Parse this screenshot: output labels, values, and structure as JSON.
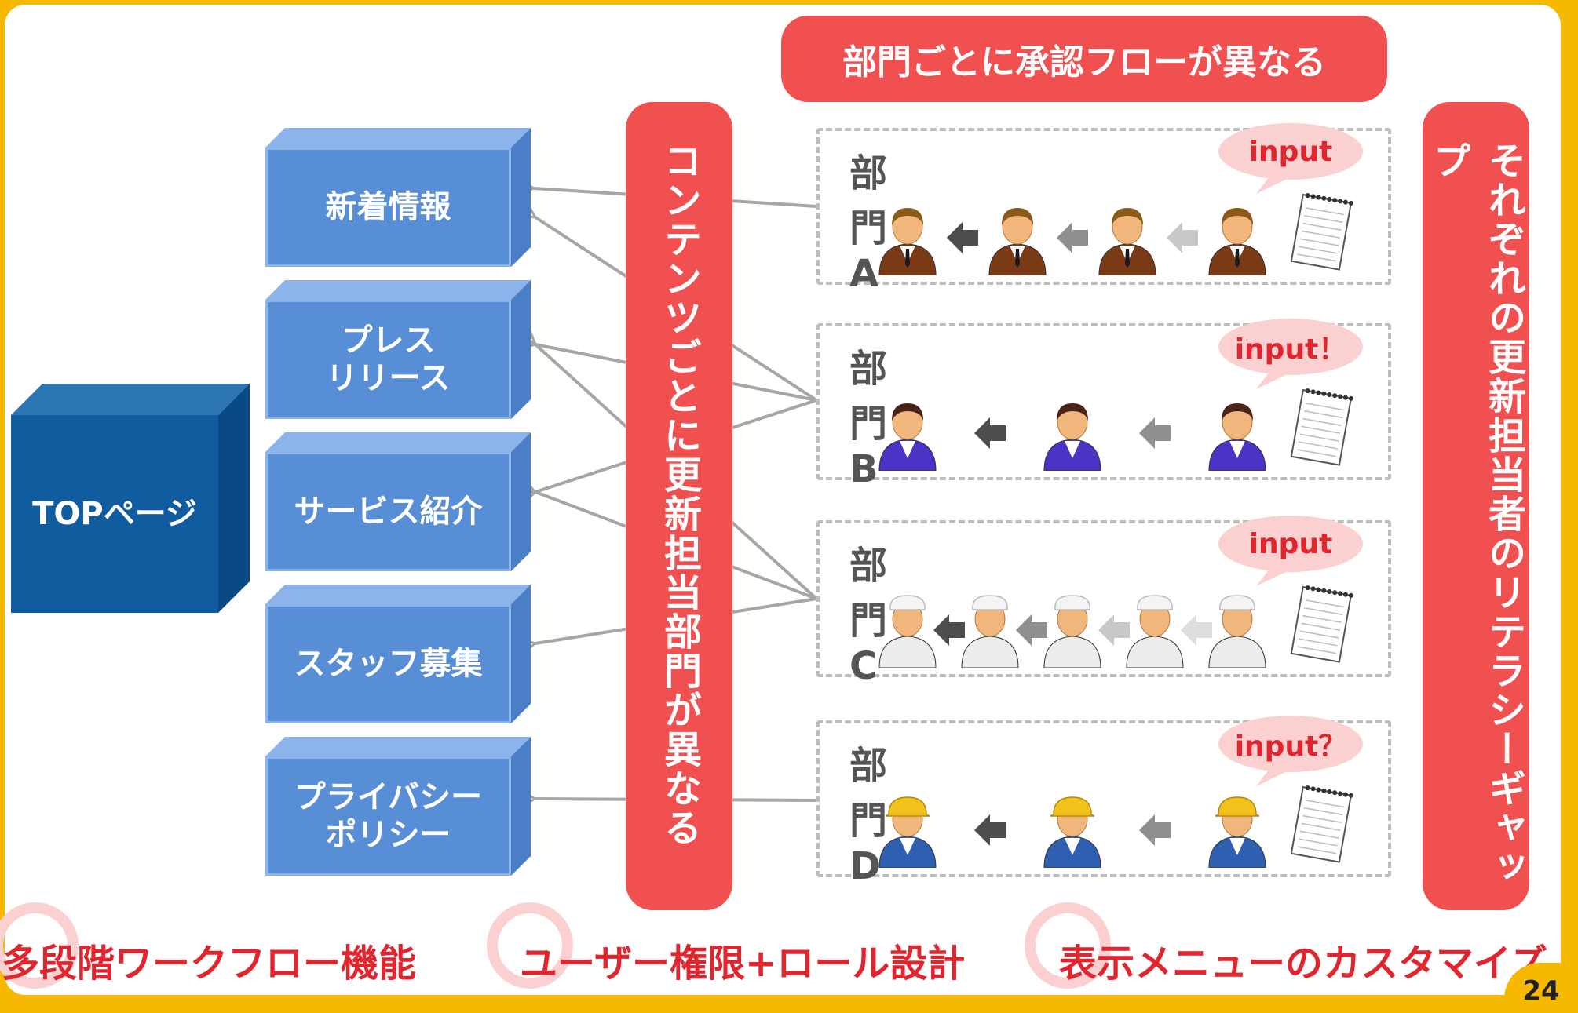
{
  "header_pill": "部門ごとに承認フローが異なる",
  "left_pill": "コンテンツごとに更新担当部門が異なる",
  "right_pill": "それぞれの更新担当者のリテラシーギャップ",
  "top_page": "TOPページ",
  "content_boxes": [
    "新着情報",
    "プレス\nリリース",
    "サービス紹介",
    "スタッフ募集",
    "プライバシー\nポリシー"
  ],
  "departments": [
    {
      "label": "部門A",
      "bubble": "input",
      "person_type": "businessman",
      "person_count": 4
    },
    {
      "label": "部門B",
      "bubble": "input！",
      "person_type": "woman",
      "person_count": 3
    },
    {
      "label": "部門C",
      "bubble": "input",
      "person_type": "chef",
      "person_count": 5
    },
    {
      "label": "部門D",
      "bubble": "input？",
      "person_type": "worker",
      "person_count": 3
    }
  ],
  "bottom_features": [
    "多段階ワークフロー機能",
    "ユーザー権限+ロール設計",
    "表示メニューのカスタマイズ"
  ],
  "page_number": "24",
  "colors": {
    "background": "#f6b900",
    "pill": "#f05050",
    "box": "#588ed6",
    "top_box": "#105c9e",
    "red_text": "#e0252e"
  }
}
